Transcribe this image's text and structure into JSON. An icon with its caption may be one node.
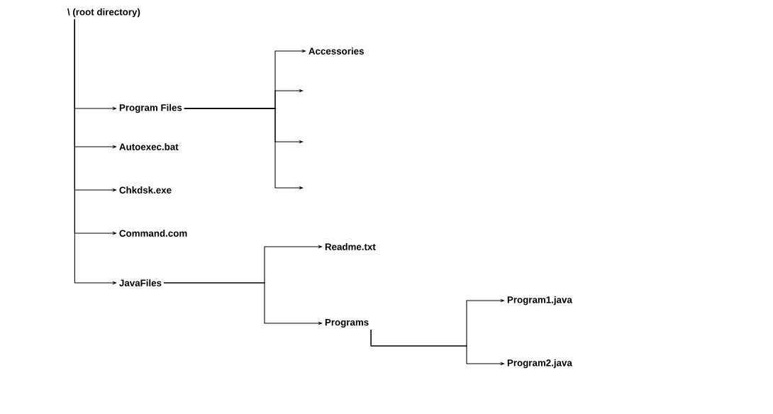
{
  "diagram": {
    "nodes": [
      {
        "text": [
          "\\ (root directory)"
        ]
      },
      {
        "text": [
          "Program Files"
        ]
      },
      {
        "text": [
          "Autoexec.bat"
        ]
      },
      {
        "text": [
          "Chkdsk.exe"
        ]
      },
      {
        "text": [
          "Command.com"
        ]
      },
      {
        "text": [
          "JavaFiles"
        ]
      },
      {
        "text": [
          "Accessories"
        ]
      },
      {
        "text": [
          "Readme.txt"
        ]
      },
      {
        "text": [
          "Programs"
        ]
      },
      {
        "text": [
          "Program1.java"
        ]
      },
      {
        "text": [
          "Program2.java"
        ]
      }
    ],
    "edges": [
      {
        "from": 0,
        "to": 1,
        "arrow": "to"
      },
      {
        "from": 0,
        "to": 2,
        "arrow": "to"
      },
      {
        "from": 0,
        "to": 3,
        "arrow": "to"
      },
      {
        "from": 0,
        "to": 4,
        "arrow": "to"
      },
      {
        "from": 0,
        "to": 5,
        "arrow": "to"
      },
      {
        "from": 1,
        "to": 6,
        "arrow": "to"
      },
      {
        "from": 1,
        "to": null,
        "arrow": "to"
      },
      {
        "from": 1,
        "to": null,
        "arrow": "to"
      },
      {
        "from": 1,
        "to": null,
        "arrow": "to"
      },
      {
        "from": 5,
        "to": 7,
        "arrow": "to"
      },
      {
        "from": 5,
        "to": 8,
        "arrow": "to"
      },
      {
        "from": 8,
        "to": 9,
        "arrow": "to"
      },
      {
        "from": 8,
        "to": 10,
        "arrow": "to"
      }
    ]
  }
}
